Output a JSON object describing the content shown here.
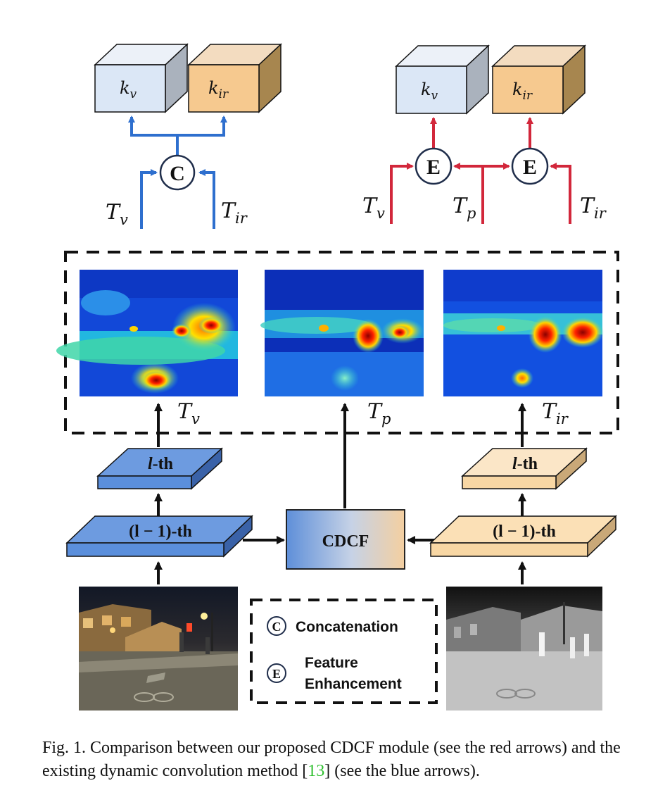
{
  "labels": {
    "t_v_main": "T",
    "t_v_sub": "v",
    "t_ir_main": "T",
    "t_ir_sub": "ir",
    "t_p_main": "T",
    "t_p_sub": "p",
    "k_v_main": "k",
    "k_v_sub": "v",
    "k_ir_main": "k",
    "k_ir_sub": "ir",
    "concat_symbol": "C",
    "enhance_symbol": "E",
    "cdcf": "CDCF",
    "layer_l_prefix": "l",
    "layer_l_suffix": "-th",
    "layer_prev": "(l − 1)-th"
  },
  "legend": {
    "concat_label": "Concatenation",
    "enhance_line1": "Feature",
    "enhance_line2": "Enhancement"
  },
  "caption": {
    "text_before": "Fig. 1.  Comparison between our proposed CDCF module (see the red arrows) and the existing dynamic convolution method [",
    "ref": "13",
    "text_after": "] (see the blue arrows)."
  },
  "colors": {
    "blue_arrow": "#2e6fce",
    "red_arrow": "#d2273b",
    "visible_box": "#dbe7f6",
    "infrared_box": "#f6c98f",
    "visible_layer": "#5b8fdc",
    "infrared_layer": "#f8d7a4"
  }
}
